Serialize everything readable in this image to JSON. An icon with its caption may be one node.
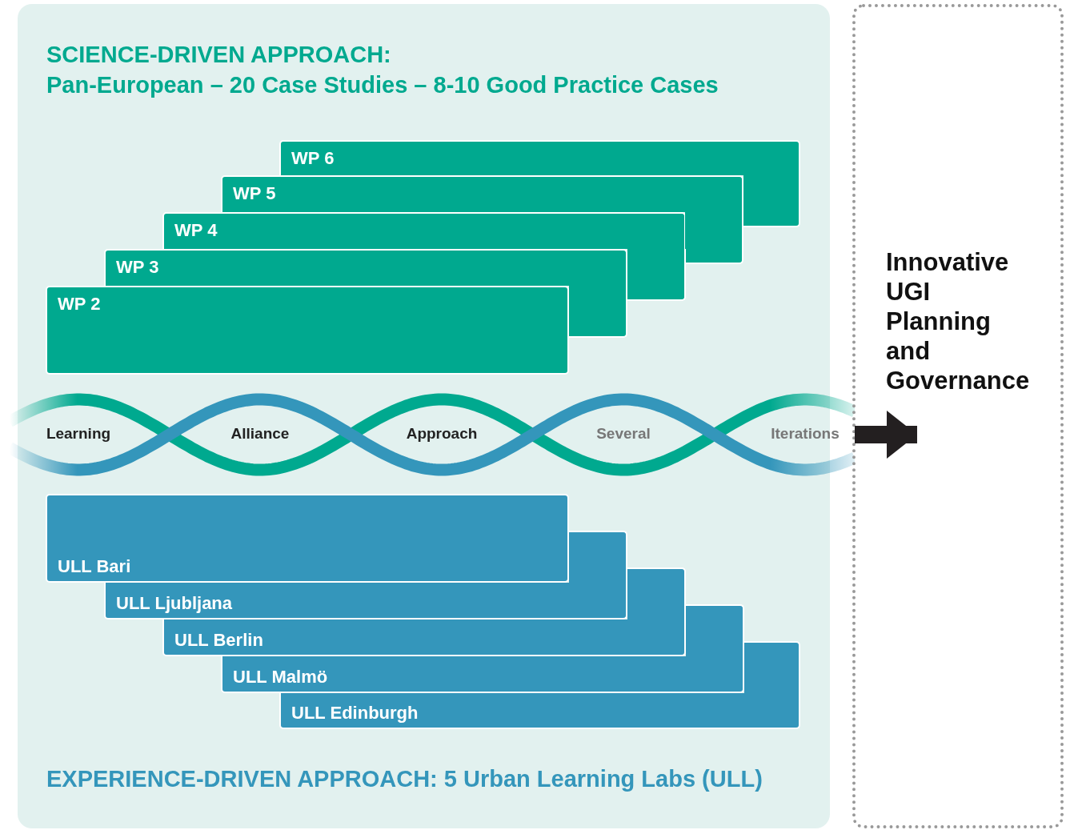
{
  "diagram": {
    "nodes": [
      {
        "text": [
          "SCIENCE-DRIVEN APPROACH: Pan-European – 20 Case Studies – 8-10 Good Practice Cases",
          "EXPERIENCE-DRIVEN APPROACH: 5 Urban Learning Labs (ULL)"
        ]
      },
      {
        "text": [
          "WP 6"
        ],
        "in": 0
      },
      {
        "text": [
          "WP 5"
        ],
        "in": 0
      },
      {
        "text": [
          "WP 4"
        ],
        "in": 0
      },
      {
        "text": [
          "WP 3"
        ],
        "in": 0
      },
      {
        "text": [
          "WP 2"
        ],
        "in": 0
      },
      {
        "text": [
          "Learning",
          "Alliance",
          "Approach",
          "Several",
          "Iterations"
        ],
        "in": 0
      },
      {
        "text": [
          "ULL Bari"
        ],
        "in": 0
      },
      {
        "text": [
          "ULL Ljubljana"
        ],
        "in": 0
      },
      {
        "text": [
          "ULL Berlin"
        ],
        "in": 0
      },
      {
        "text": [
          "ULL Malmö"
        ],
        "in": 0
      },
      {
        "text": [
          "ULL Edinburgh"
        ],
        "in": 0
      },
      {
        "text": [
          "Innovative UGI Planning and Governance"
        ]
      },
      {
        "text": [],
        "shape": "bar",
        "in": 0
      },
      {
        "text": [],
        "shape": "bar",
        "in": 0
      },
      {
        "text": [],
        "shape": "bar",
        "in": 0
      },
      {
        "text": [],
        "shape": "bar",
        "in": 0
      },
      {
        "text": [],
        "shape": "bar",
        "in": 0
      },
      {
        "text": [],
        "shape": "bar",
        "in": 0
      },
      {
        "text": [],
        "shape": "bar",
        "in": 0
      },
      {
        "text": [],
        "shape": "bar",
        "in": 0
      }
    ],
    "edges": [
      {
        "from": 6,
        "to": 12,
        "arrow": "to"
      }
    ]
  }
}
